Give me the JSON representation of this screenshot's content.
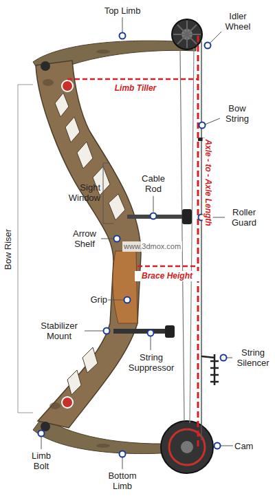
{
  "diagram": {
    "labels": [
      "Top Limb",
      "Idler Wheel",
      "Limb Tiller",
      "Bow String",
      "Axle - to - Axle Length",
      "Sight Window",
      "Cable Rod",
      "Roller Guard",
      "Arrow Shelf",
      "Brace Height",
      "Grip",
      "Stabilizer Mount",
      "String Suppressor",
      "String Silencer",
      "Bow Riser",
      "Limb Bolt",
      "Bottom Limb",
      "Cam",
      "www.3dmox.com"
    ]
  }
}
